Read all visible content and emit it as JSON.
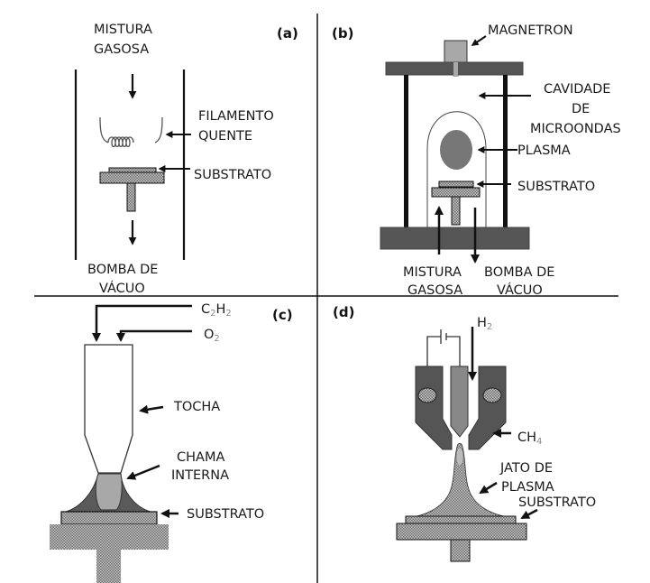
{
  "figure": {
    "colors": {
      "dark_gray": "#555555",
      "mid_gray": "#8c8c8c",
      "light_gray": "#a8a8a8",
      "line": "#111111",
      "background": "#ffffff"
    },
    "panels": {
      "a": {
        "tag": "(a)",
        "labels": {
          "gas_in_1": "MISTURA",
          "gas_in_2": "GASOSA",
          "filament_1": "FILAMENTO",
          "filament_2": "QUENTE",
          "substrate": "SUBSTRATO",
          "pump_1": "BOMBA DE",
          "pump_2": "VÁCUO"
        }
      },
      "b": {
        "tag": "(b)",
        "labels": {
          "magnetron": "MAGNETRON",
          "cavity_1": "CAVIDADE",
          "cavity_2": "DE",
          "cavity_3": "MICROONDAS",
          "plasma": "PLASMA",
          "substrate": "SUBSTRATO",
          "gas_in_1": "MISTURA",
          "gas_in_2": "GASOSA",
          "pump_1": "BOMBA DE",
          "pump_2": "VÁCUO"
        }
      },
      "c": {
        "tag": "(c)",
        "labels": {
          "fuel_main": "C",
          "fuel_sub1": "2",
          "fuel_h": "H",
          "fuel_sub2": "2",
          "oxidizer_main": "O",
          "oxidizer_sub": "2",
          "torch": "TOCHA",
          "flame_1": "CHAMA",
          "flame_2": "INTERNA",
          "substrate": "SUBSTRATO"
        }
      },
      "d": {
        "tag": "(d)",
        "labels": {
          "h2_main": "H",
          "h2_sub": "2",
          "ch4_main": "CH",
          "ch4_sub": "4",
          "jet_1": "JATO DE",
          "jet_2": "PLASMA",
          "substrate": "SUBSTRATO"
        }
      }
    }
  }
}
